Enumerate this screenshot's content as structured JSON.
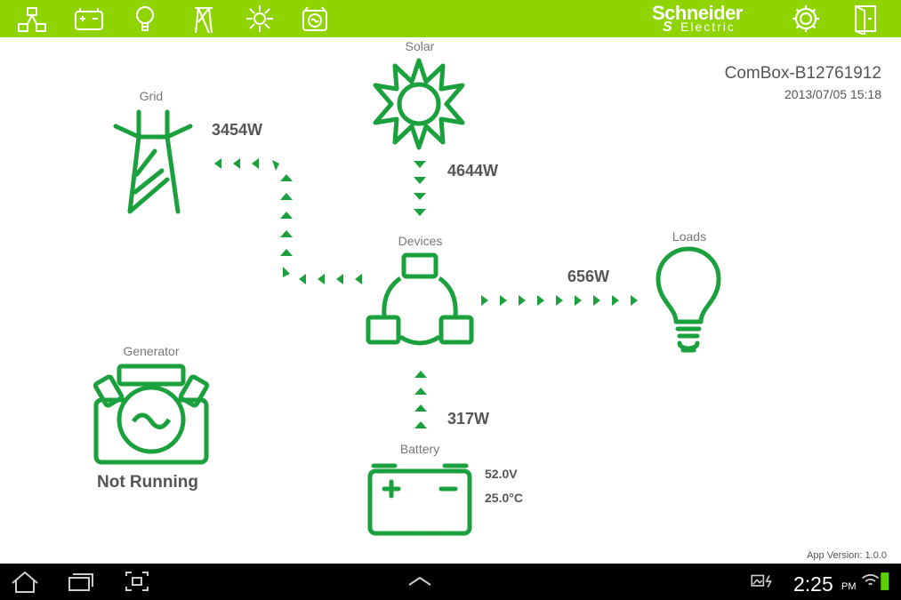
{
  "topbar": {
    "icons": [
      "devices-icon",
      "battery-icon",
      "loads-icon",
      "grid-icon",
      "solar-icon",
      "generator-icon"
    ],
    "brand_line1": "Schneider",
    "brand_line2": "Electric",
    "brand_mark": "S",
    "colors": {
      "bar": "#8fd400",
      "accent": "#1aa03c"
    }
  },
  "header": {
    "device_name": "ComBox-B12761912",
    "timestamp": "2013/07/05 15:18"
  },
  "nodes": {
    "grid": {
      "label": "Grid",
      "power": "3454W"
    },
    "solar": {
      "label": "Solar",
      "power": "4644W"
    },
    "devices": {
      "label": "Devices"
    },
    "loads": {
      "label": "Loads",
      "power": "656W"
    },
    "generator": {
      "label": "Generator",
      "status": "Not Running"
    },
    "battery": {
      "label": "Battery",
      "power": "317W",
      "voltage": "52.0V",
      "temperature": "25.0°C"
    }
  },
  "footer": {
    "app_version": "App Version: 1.0.0"
  },
  "android": {
    "time": "2:25",
    "ampm": "PM"
  }
}
